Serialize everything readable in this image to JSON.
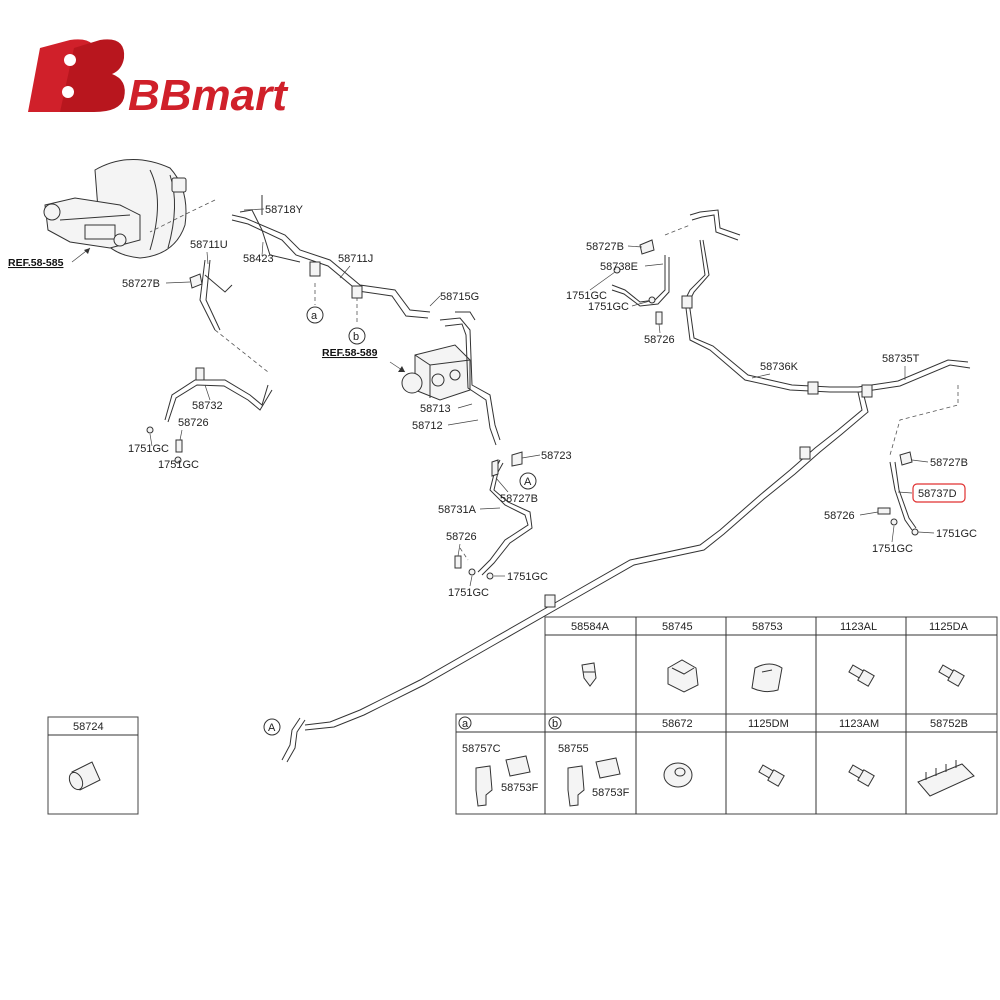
{
  "logo": {
    "text": "BBmart",
    "color": "#d0202a"
  },
  "highlight_color": "#e03030",
  "refs": [
    {
      "text": "REF.58-585"
    },
    {
      "text": "REF.58-589"
    }
  ],
  "callouts": [
    "a",
    "b",
    "A",
    "A"
  ],
  "labels": {
    "l58718Y": "58718Y",
    "l58711U": "58711U",
    "l58423": "58423",
    "l58711J": "58711J",
    "l58727B_1": "58727B",
    "l58715G": "58715G",
    "l58732": "58732",
    "l58726_1": "58726",
    "l1751GC_1": "1751GC",
    "l1751GC_2": "1751GC",
    "l58713": "58713",
    "l58712": "58712",
    "l58723": "58723",
    "l58727B_2": "58727B",
    "l58731A": "58731A",
    "l58726_2": "58726",
    "l1751GC_3": "1751GC",
    "l1751GC_4": "1751GC",
    "l58727B_3": "58727B",
    "l58738E": "58738E",
    "l1751GC_5": "1751GC",
    "l1751GC_6": "1751GC",
    "l58726_3": "58726",
    "l58736K": "58736K",
    "l58735T": "58735T",
    "l58727B_4": "58727B",
    "l58737D": "58737D",
    "l58726_4": "58726",
    "l1751GC_7": "1751GC",
    "l1751GC_8": "1751GC"
  },
  "table_top": {
    "headers": [
      "58584A",
      "58745",
      "58753",
      "1123AL",
      "1125DA"
    ]
  },
  "table_bottom": {
    "headers": [
      "",
      "",
      "58672",
      "1125DM",
      "1123AM",
      "58752B"
    ],
    "cell_a": {
      "tag": "a",
      "part1": "58757C",
      "part2": "58753F"
    },
    "cell_b": {
      "tag": "b",
      "part1": "58755",
      "part2": "58753F"
    }
  },
  "standalone": {
    "header": "58724"
  }
}
